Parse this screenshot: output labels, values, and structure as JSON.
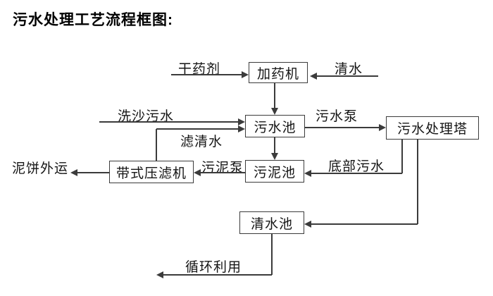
{
  "title": "污水处理工艺流程框图:",
  "diagram": {
    "nodes": {
      "dosing_machine": {
        "label": "加药机"
      },
      "sewage_pool": {
        "label": "污水池"
      },
      "treatment_tower": {
        "label": "污水处理塔"
      },
      "belt_filter_press": {
        "label": "带式压滤机"
      },
      "sludge_pool": {
        "label": "污泥池"
      },
      "clean_water_pool": {
        "label": "清水池"
      }
    },
    "flow_labels": {
      "dry_agent": "干药剂",
      "clean_water": "清水",
      "sand_washing_sewage": "洗沙污水",
      "filtered_water": "滤清水",
      "sewage_pump": "污水泵",
      "sludge_pump": "污泥泵",
      "bottom_sewage": "底部污水",
      "mud_cake_out": "泥饼外运",
      "recycle_use": "循环利用"
    },
    "edges": [
      {
        "from": "干药剂",
        "to": "加药机"
      },
      {
        "from": "清水",
        "to": "加药机"
      },
      {
        "from": "加药机",
        "to": "污水池"
      },
      {
        "from": "洗沙污水",
        "to": "污水池"
      },
      {
        "from": "带式压滤机",
        "to": "污水池",
        "label": "滤清水"
      },
      {
        "from": "污水池",
        "to": "污水处理塔",
        "label": "污水泵"
      },
      {
        "from": "污水池",
        "to": "污泥池"
      },
      {
        "from": "污泥池",
        "to": "带式压滤机",
        "label": "污泥泵"
      },
      {
        "from": "带式压滤机",
        "to": "泥饼外运"
      },
      {
        "from": "污水处理塔",
        "to": "污泥池",
        "label": "底部污水"
      },
      {
        "from": "污水处理塔",
        "to": "清水池"
      },
      {
        "from": "清水池",
        "to": "循环利用"
      }
    ],
    "colors": {
      "background": "#ffffff",
      "line": "#3b3b3b",
      "text": "#151515",
      "box_background": "#ffffff"
    }
  }
}
